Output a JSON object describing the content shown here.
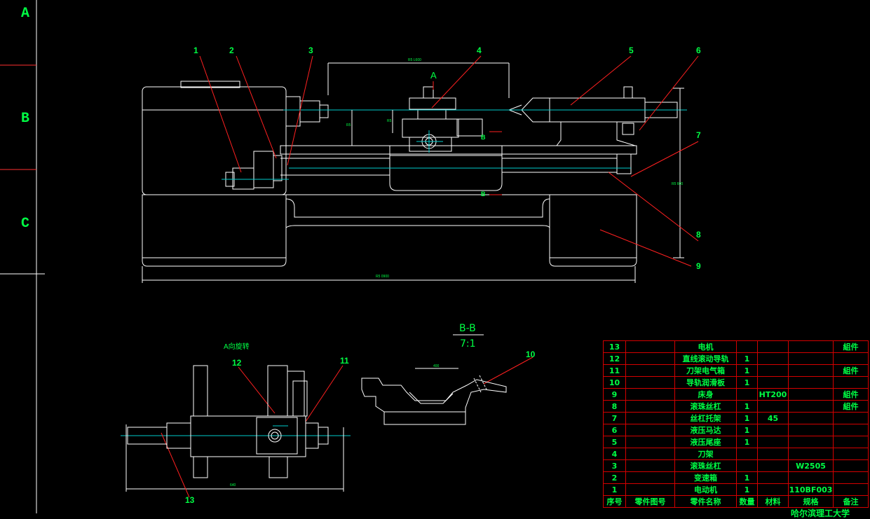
{
  "zones": [
    "A",
    "B",
    "C"
  ],
  "callouts": [
    "1",
    "2",
    "3",
    "4",
    "5",
    "6",
    "7",
    "8",
    "9",
    "10",
    "11",
    "12",
    "13"
  ],
  "view_labels": {
    "view_a_marker": "A",
    "section_marker_top": "B",
    "section_marker_bottom": "B",
    "view_a_title": "A向旋转",
    "section_title": "B-B",
    "section_scale": "7:1"
  },
  "dimensions": {
    "top_span": "R5 L600",
    "height_left": "R5",
    "height_small": "R5",
    "overall_length": "R5 0900",
    "overall_height": "R5 600",
    "section_width": "400",
    "view_length": "640"
  },
  "bom": {
    "header": [
      "序号",
      "零件图号",
      "零件名称",
      "数量",
      "材料",
      "规格",
      "备注"
    ],
    "rows": [
      [
        "13",
        "",
        "电机",
        "",
        "",
        "",
        "組件"
      ],
      [
        "12",
        "",
        "直线滚动导轨",
        "1",
        "",
        "",
        ""
      ],
      [
        "11",
        "",
        "刀架电气箱",
        "1",
        "",
        "",
        "組件"
      ],
      [
        "10",
        "",
        "导轨润滑板",
        "1",
        "",
        "",
        ""
      ],
      [
        "9",
        "",
        "床身",
        "",
        "HT200",
        "",
        "組件"
      ],
      [
        "8",
        "",
        "滚珠丝杠",
        "1",
        "",
        "",
        "組件"
      ],
      [
        "7",
        "",
        "丝杠托架",
        "1",
        "45",
        "",
        ""
      ],
      [
        "6",
        "",
        "液压马达",
        "1",
        "",
        "",
        ""
      ],
      [
        "5",
        "",
        "液压尾座",
        "1",
        "",
        "",
        ""
      ],
      [
        "4",
        "",
        "刀架",
        "",
        "",
        "",
        ""
      ],
      [
        "3",
        "",
        "滚珠丝杠",
        "",
        "",
        "W2505",
        ""
      ],
      [
        "2",
        "",
        "变速箱",
        "1",
        "",
        "",
        ""
      ],
      [
        "1",
        "",
        "电动机",
        "1",
        "",
        "110BF003",
        ""
      ]
    ],
    "footer_partial": "哈尔滨理工大学"
  },
  "colors": {
    "background": "#000000",
    "geometry": "#ffffff",
    "text": "#00ff44",
    "leaders": "#ff2020",
    "centerlines": "#00cccc",
    "table_grid": "#d40000"
  }
}
